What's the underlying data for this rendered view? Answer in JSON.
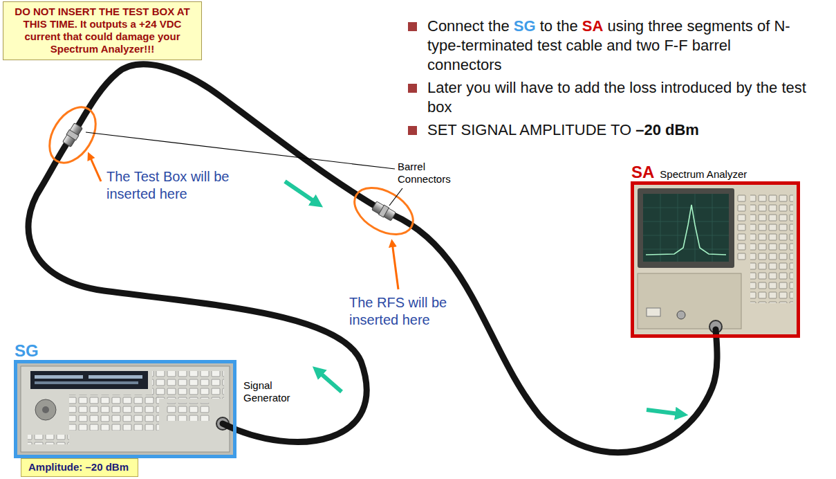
{
  "diagram": {
    "nodes": [
      {
        "text": [
          "DO NOT INSERT THE TEST BOX AT THIS TIME. It outputs a +24 VDC current that could damage your Spectrum Analyzer!!!"
        ]
      },
      {
        "text": [
          "SA",
          "Spectrum Analyzer"
        ]
      },
      {
        "text": [
          "SG"
        ]
      },
      {
        "text": [
          "Amplitude: –20 dBm"
        ]
      }
    ],
    "labels": [
      "Connect the SG to the SA using three segments of N-type-terminated test cable and two F-F barrel connectors",
      "Later you will have to add the loss introduced by the test box",
      "SET SIGNAL AMPLITUDE TO –20 dBm",
      "The Test Box will be inserted here",
      "Barrel Connectors",
      "The RFS will be inserted here",
      "Signal Generator"
    ]
  }
}
